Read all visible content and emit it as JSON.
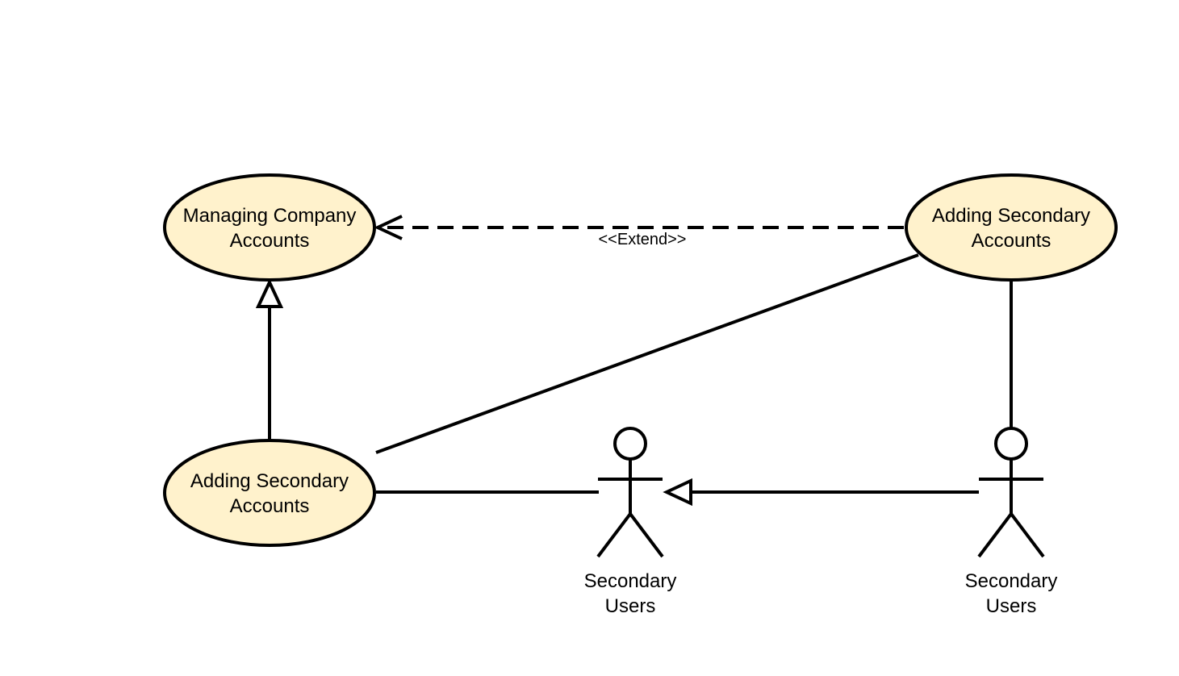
{
  "diagram": {
    "colors": {
      "usecase_fill": "#fff2cc",
      "stroke": "#000000",
      "background": "#ffffff"
    },
    "use_cases": [
      {
        "id": "uc-managing",
        "lines": [
          "Managing Company",
          "Accounts"
        ]
      },
      {
        "id": "uc-adding-right",
        "lines": [
          "Adding Secondary",
          "Accounts"
        ]
      },
      {
        "id": "uc-adding-left",
        "lines": [
          "Adding Secondary",
          "Accounts"
        ]
      }
    ],
    "actors": [
      {
        "id": "actor-middle",
        "lines": [
          "Secondary",
          "Users"
        ]
      },
      {
        "id": "actor-right",
        "lines": [
          "Secondary",
          "Users"
        ]
      }
    ],
    "relations": [
      {
        "from": "uc-adding-right",
        "to": "uc-managing",
        "type": "extend",
        "label": "<<Extend>>"
      },
      {
        "from": "uc-adding-left",
        "to": "uc-managing",
        "type": "generalization"
      },
      {
        "from": "uc-adding-right",
        "to": "uc-adding-left",
        "type": "association"
      },
      {
        "from": "uc-adding-right",
        "to": "actor-right",
        "type": "association"
      },
      {
        "from": "uc-adding-left",
        "to": "actor-middle",
        "type": "association"
      },
      {
        "from": "actor-right",
        "to": "actor-middle",
        "type": "generalization"
      }
    ]
  }
}
